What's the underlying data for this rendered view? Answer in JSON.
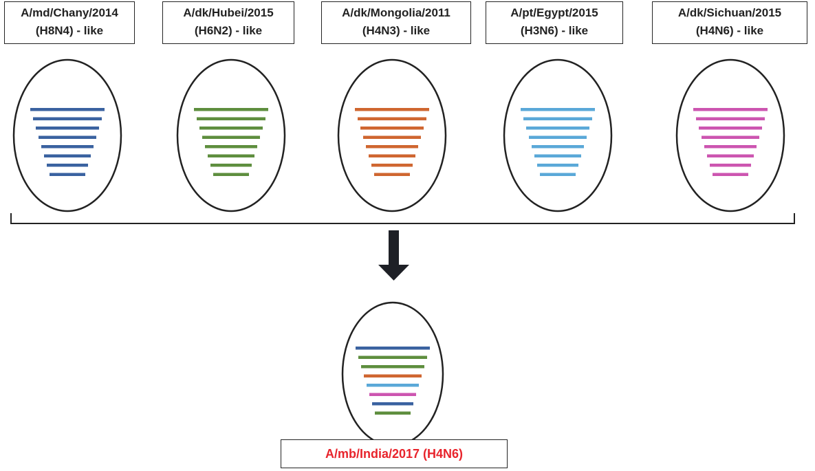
{
  "strains": [
    {
      "name_line1": "A/md/Chany/2014",
      "name_line2": "(H8N4) - like",
      "color": "#3a62a0"
    },
    {
      "name_line1": "A/dk/Hubei/2015",
      "name_line2": "(H6N2) - like",
      "color": "#5e8e3e"
    },
    {
      "name_line1": "A/dk/Mongolia/2011",
      "name_line2": "(H4N3) - like",
      "color": "#cf6630"
    },
    {
      "name_line1": "A/pt/Egypt/2015",
      "name_line2": "(H3N6) - like",
      "color": "#5aa8d8"
    },
    {
      "name_line1": "A/dk/Sichuan/2015",
      "name_line2": "(H4N6) - like",
      "color": "#cc55b0"
    }
  ],
  "result": {
    "label": "A/mb/India/2017 (H4N6)",
    "label_color": "#e8242c",
    "segment_colors": [
      "#3a62a0",
      "#5e8e3e",
      "#5e8e3e",
      "#cf6630",
      "#5aa8d8",
      "#cc55b0",
      "#3a62a0",
      "#5e8e3e"
    ]
  },
  "colors": {
    "outline": "#222222",
    "arrow": "#1e2026"
  }
}
